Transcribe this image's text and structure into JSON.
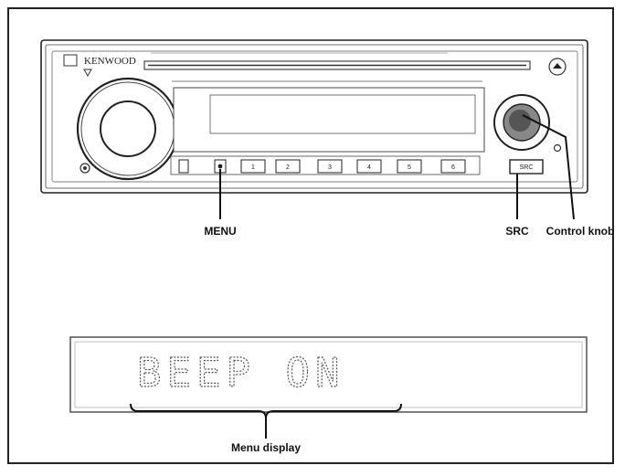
{
  "device": {
    "brand": "KENWOOD",
    "src_button_text": "SRC",
    "preset_labels": [
      "1",
      "2",
      "3",
      "4",
      "5",
      "6"
    ]
  },
  "callouts": {
    "menu": "MENU",
    "src": "SRC",
    "control_knob": "Control knob",
    "menu_display": "Menu display"
  },
  "display": {
    "text": "BEEP ON"
  }
}
